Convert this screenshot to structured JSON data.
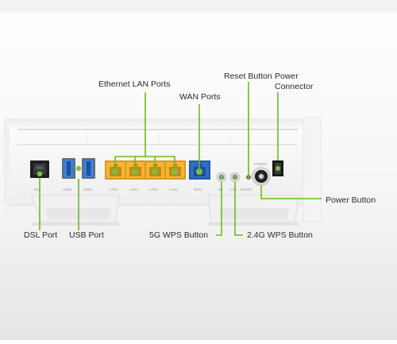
{
  "colors": {
    "leader": "#6dbb1e",
    "lan_port": "#f2b632",
    "wan_port": "#2f6fc4",
    "usb_port": "#3a7fd4",
    "led": "#7cc142"
  },
  "callouts": {
    "ethernet_lan": "Ethernet LAN Ports",
    "wan": "WAN Ports",
    "reset": "Reset Button",
    "power_connector": "Power\nConnector",
    "power_button": "Power Button",
    "dsl": "DSL Port",
    "usb": "USB Port",
    "wps_5g": "5G WPS Button",
    "wps_24g": "2.4G WPS Button"
  },
  "panel_labels": {
    "dsl": "DSL",
    "usb2": "USB2",
    "usb1": "USB1",
    "lan4": "LAN4",
    "lan3": "LAN3",
    "lan2": "LAN2",
    "lan1": "LAN1",
    "wan": "WAN",
    "wps5g": "5G",
    "wps24g": "2.4G",
    "reset": "RESET",
    "power": "POWER"
  },
  "icons": {
    "usb_port": "usb-port-icon",
    "ethernet_port": "rj45-port-icon",
    "power_button": "power-button-icon",
    "power_jack": "dc-power-jack-icon"
  }
}
